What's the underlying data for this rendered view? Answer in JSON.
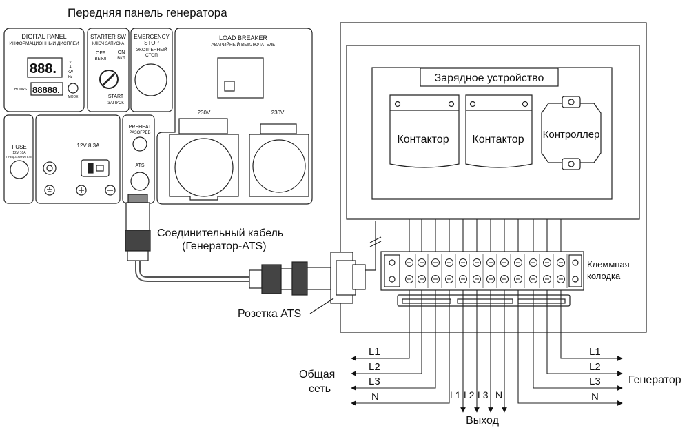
{
  "title": "Передняя панель генератора",
  "panel": {
    "digital_panel": "DIGITAL PANEL",
    "digital_panel_ru": "ИНФОРМАЦИОННЫЙ ДИСПЛЕЙ",
    "display_top": "888.",
    "display_bottom": "88888.",
    "hours_label": "HOURS",
    "mode_label": "MODE",
    "ind_v": "V",
    "ind_a": "A",
    "ind_kw": "KW",
    "ind_hz": "Hz",
    "starter_sw": "STARTER SW",
    "starter_sw_ru": "КЛЮЧ ЗАПУСКА",
    "off": "OFF",
    "off_ru": "ВЫКЛ",
    "on": "ON",
    "on_ru": "ВКЛ",
    "start": "START",
    "start_ru": "ЗАПУСК",
    "emergency": "EMERGENCY",
    "stop": "STOP",
    "emergency_ru": "ЭКСТРЕННЫЙ",
    "stop_ru": "СТОП",
    "load_breaker": "LOAD BREAKER",
    "load_breaker_ru": "АВАРИЙНЫЙ ВЫКЛЮЧАТЕЛЬ",
    "v230_left": "230V",
    "v230_right": "230V",
    "fuse": "FUSE",
    "fuse_rating": "12V 10A",
    "fuse_ru": "ПРЕДОХРАНИТЕЛЬ",
    "dc_label": "12V 8.3A",
    "preheat": "PREHEAT",
    "preheat_ru": "РАЗОГРЕВ",
    "ats": "ATS"
  },
  "cable_label_line1": "Соединительный кабель",
  "cable_label_line2": "(Генератор-ATS)",
  "socket_label": "Розетка ATS",
  "charger": "Зарядное устройство",
  "contactor1": "Контактор",
  "contactor2": "Контактор",
  "controller": "Контроллер",
  "terminal_line1": "Клеммная",
  "terminal_line2": "колодка",
  "mains_line1": "Общая",
  "mains_line2": "сеть",
  "generator": "Генератор",
  "output": "Выход",
  "left_lines": [
    "L1",
    "L2",
    "L3",
    "N"
  ],
  "right_lines": [
    "L1",
    "L2",
    "L3",
    "N"
  ],
  "out_lines": [
    "L1",
    "L2",
    "L3",
    "N"
  ]
}
